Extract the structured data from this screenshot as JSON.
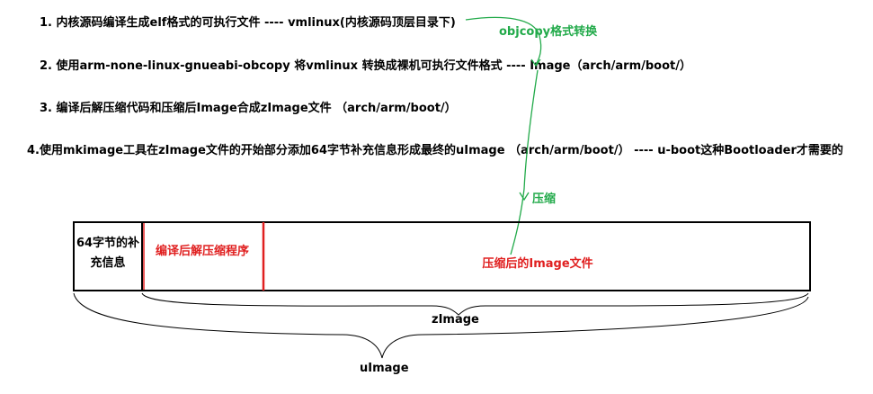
{
  "steps": [
    "1. 内核源码编译生成elf格式的可执行文件 ---- vmlinux(内核源码顶层目录下)",
    "2. 使用arm-none-linux-gnueabi-obcopy 将vmlinux 转换成裸机可执行文件格式 ---- Image（arch/arm/boot/）",
    "3. 编译后解压缩代码和压缩后Image合成zImage文件 （arch/arm/boot/）",
    "4.使用mkimage工具在zImage文件的开始部分添加64字节补充信息形成最终的uImage （arch/arm/boot/） ---- u-boot这种Bootloader才需要的"
  ],
  "annotations": {
    "objcopy": "objcopy格式转换",
    "compress": "压缩"
  },
  "box": {
    "header": "64字节的补充信息",
    "decompressor": "编译后解压缩程序",
    "compressed_image": "压缩后的Image文件"
  },
  "braces": {
    "zimage": "zImage",
    "uimage": "uImage"
  },
  "colors": {
    "arrow": "#22aa4a",
    "highlight": "#e02020",
    "outline": "#000000"
  }
}
